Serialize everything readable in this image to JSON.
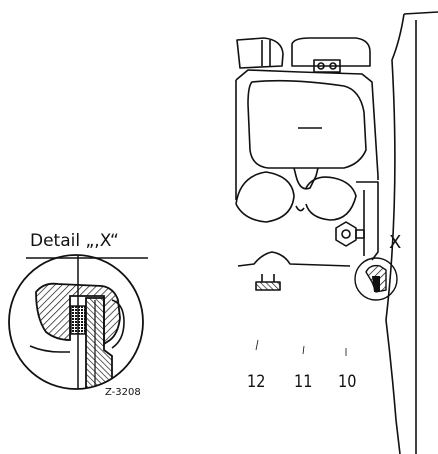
{
  "detail": {
    "title": "Detail „,X“"
  },
  "reference_code": "Z-3208",
  "callout": {
    "letter": "X"
  },
  "part_numbers": [
    "12",
    "11",
    "10"
  ],
  "colors": {
    "ink": "#111111",
    "paper": "#ffffff"
  }
}
